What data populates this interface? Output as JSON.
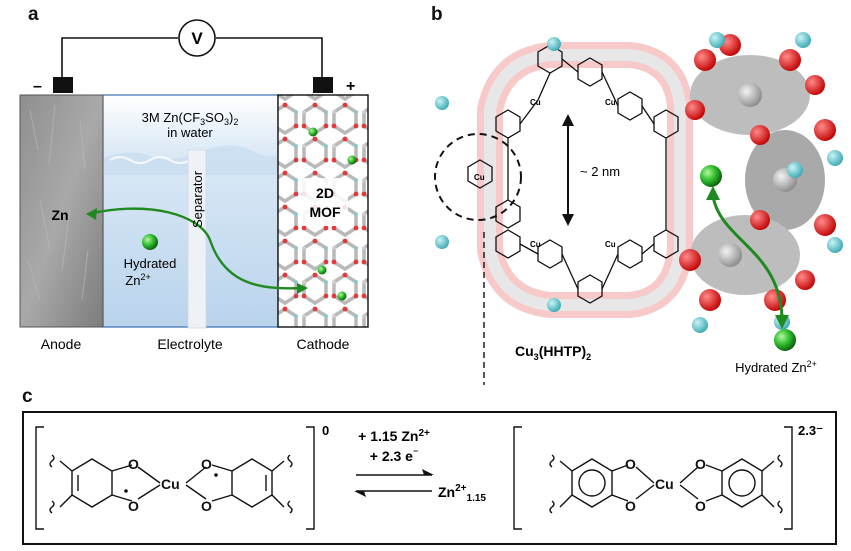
{
  "panels": {
    "a": "a",
    "b": "b",
    "c": "c"
  },
  "battery": {
    "voltmeter": "V",
    "minus": "–",
    "plus": "+",
    "electrolyte_line1": "3M Zn(CF",
    "electrolyte_sub1": "3",
    "electrolyte_mid": "SO",
    "electrolyte_sub2": "3",
    "electrolyte_close": ")",
    "electrolyte_sub3": "2",
    "electrolyte_line2": "in water",
    "separator": "Separator",
    "anode_material": "Zn",
    "cathode_line1": "2D",
    "cathode_line2": "MOF",
    "ion_label": "Hydrated",
    "ion_zn": "Zn",
    "ion_charge": "2+",
    "anode": "Anode",
    "electrolyte": "Electrolyte",
    "cathode": "Cathode"
  },
  "structure": {
    "pore_size": "~ 2 nm",
    "formula_cu": "Cu",
    "formula_sub1": "3",
    "formula_hhtp": "(HHTP)",
    "formula_sub2": "2",
    "ion_label": "Hydrated Zn",
    "ion_charge": "2+",
    "atom_cu": "Cu"
  },
  "reaction": {
    "charge_left": "0",
    "charge_right": "2.3⁻",
    "forward_line1": "+ 1.15 Zn",
    "forward_line1_sup": "2+",
    "forward_line2": "+ 2.3 e",
    "forward_line2_sup": "⁻",
    "reverse_zn": "Zn",
    "reverse_sup": "2+",
    "reverse_sub": "1.15",
    "atom_o": "O",
    "atom_cu": "Cu"
  }
}
